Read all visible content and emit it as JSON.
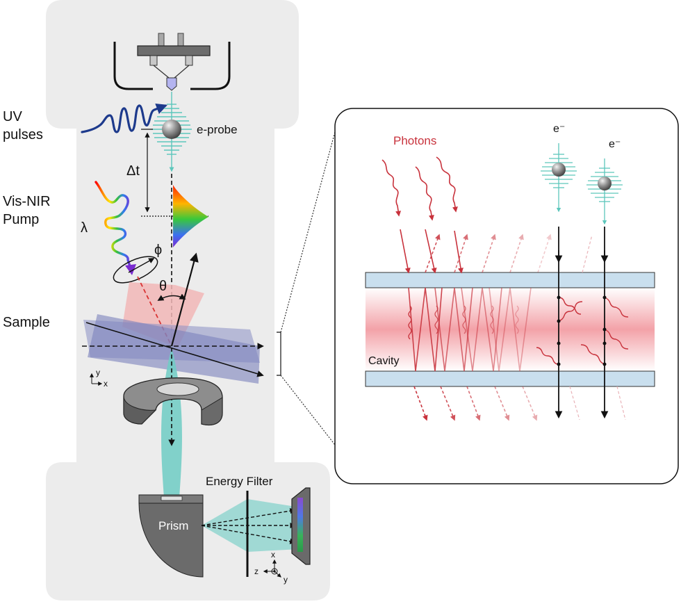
{
  "labels": {
    "uv": "UV",
    "pulses": "pulses",
    "eprobe": "e-probe",
    "dt": "Δt",
    "visnir": "Vis-NIR",
    "pump": "Pump",
    "lambda": "λ",
    "phi": "ϕ",
    "theta": "θ",
    "sample": "Sample",
    "axis_y": "y",
    "axis_x": "x",
    "energy_filter": "Energy Filter",
    "prism": "Prism",
    "det_x": "x",
    "det_z": "z",
    "det_y": "y"
  },
  "inset": {
    "photons": "Photons",
    "electron1": "e⁻",
    "electron2": "e⁻",
    "cavity": "Cavity"
  },
  "colors": {
    "panel": "#ececec",
    "electron_beam": "#6ecdc4",
    "photon": "#c8323c",
    "laser_cone": "#f3b4b4",
    "sample_plane": "#7f84bd",
    "mirror": "#c9dfee",
    "cavity_field": "#f4a9ad",
    "uv_pulse": "#1d3a8c"
  }
}
